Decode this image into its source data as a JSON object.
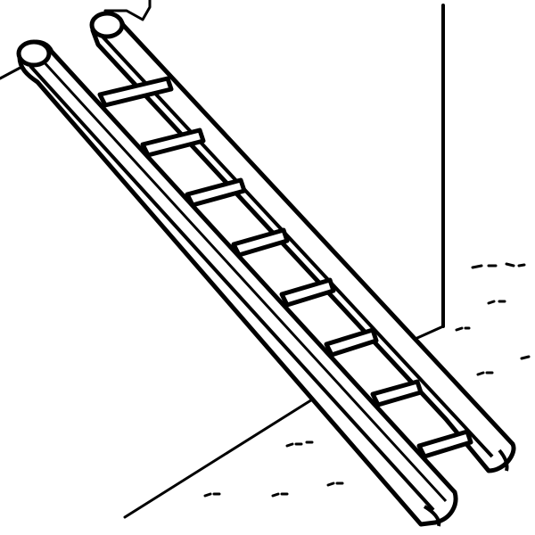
{
  "illustration": {
    "subject": "ladder",
    "rung_count": 8,
    "style": "black-and-white line art",
    "ink_color": "#000000",
    "paper_color": "#ffffff"
  }
}
